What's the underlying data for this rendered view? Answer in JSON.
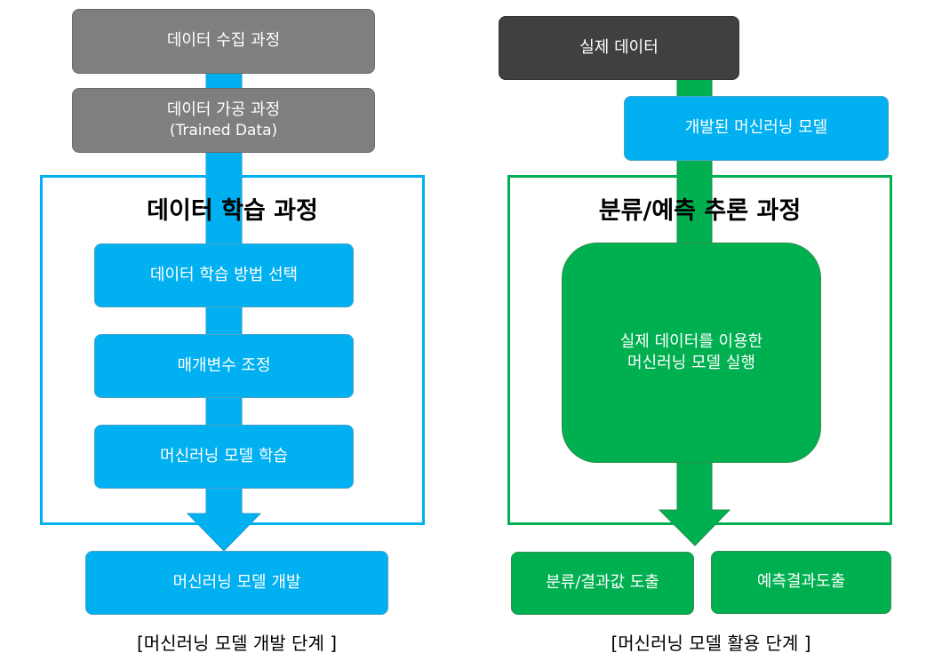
{
  "left": {
    "box_collect": "데이터 수집 과정",
    "box_process_line1": "데이터 가공 과정",
    "box_process_line2": "(Trained Data)",
    "frame_title": "데이터 학습 과정",
    "box_method": "데이터 학습 방법 선택",
    "box_param": "매개변수 조정",
    "box_train": "머신러닝 모델 학습",
    "box_develop": "머신러닝 모델 개발",
    "caption": "[머신러닝 모델 개발 단계 ]"
  },
  "right": {
    "box_real": "실제 데이터",
    "box_model": "개발된 머신러닝 모델",
    "frame_title": "분류/예측 추론 과정",
    "box_run_line1": "실제 데이터를 이용한",
    "box_run_line2": "머신러닝 모델 실행",
    "box_class": "분류/결과값 도출",
    "box_predict": "예측결과도출",
    "caption": "[머신러닝 모델 활용 단계 ]"
  },
  "colors": {
    "blue": "#00b0f0",
    "green": "#00b050",
    "gray": "#7f7f7f",
    "dark": "#404040"
  }
}
